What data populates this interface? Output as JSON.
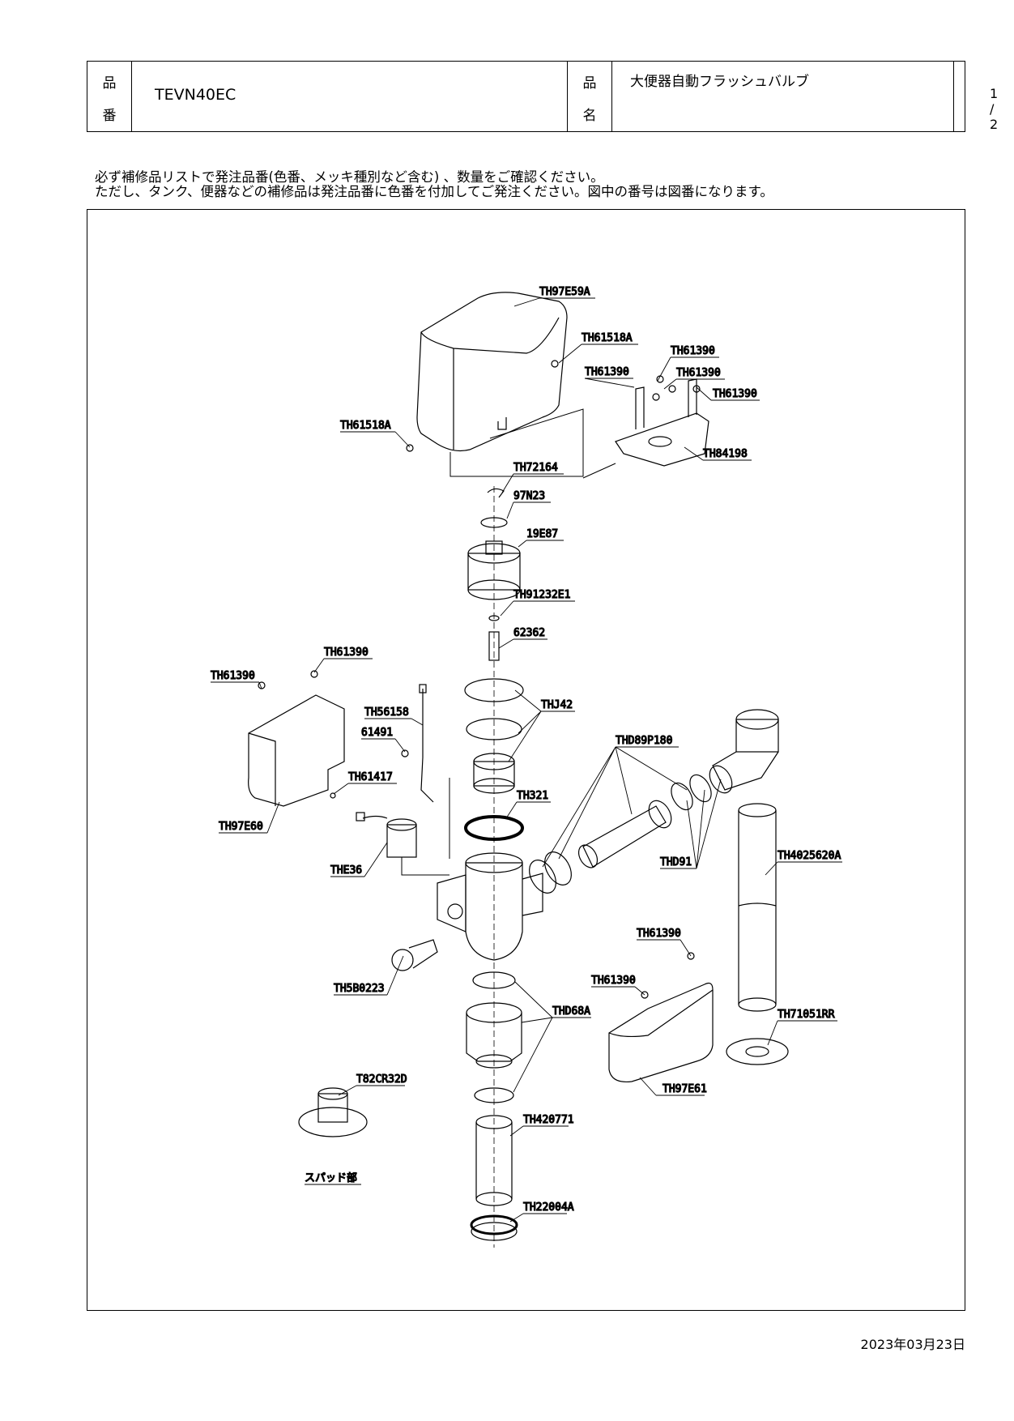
{
  "header": {
    "product_no_label_1": "品",
    "product_no_label_2": "番",
    "product_no": "TEVN40EC",
    "product_name_label_1": "品",
    "product_name_label_2": "名",
    "product_name": "大便器自動フラッシュバルブ",
    "page": "1 / 2"
  },
  "notes": {
    "line1": "必ず補修品リストで発注品番(色番、メッキ種別など含む) 、数量をご確認ください。",
    "line2": "ただし、タンク、便器などの補修品は発注品番に色番を付加してご発注ください。図中の番号は図番になります。"
  },
  "parts": {
    "p_th97e59a": "TH97E59A",
    "p_th61518a_top": "TH61518A",
    "p_th61390_a": "TH61390",
    "p_th61390_b": "TH61390",
    "p_th61390_c": "TH61390",
    "p_th61390_d": "TH61390",
    "p_th61518a_left": "TH61518A",
    "p_th84198": "TH84198",
    "p_th72164": "TH72164",
    "p_97n23": "97N23",
    "p_19e87": "19E87",
    "p_th91232e1": "TH91232E1",
    "p_62362": "62362",
    "p_th61390_e": "TH61390",
    "p_th61390_f": "TH61390",
    "p_th56158": "TH56158",
    "p_61491": "61491",
    "p_thj42": "THJ42",
    "p_thd89p180": "THD89P180",
    "p_th61417": "TH61417",
    "p_th97e60": "TH97E60",
    "p_th321": "TH321",
    "p_the36": "THE36",
    "p_thd91": "THD91",
    "p_th4025620a": "TH4025620A",
    "p_th61390_g": "TH61390",
    "p_th5b0223": "TH5B0223",
    "p_th61390_h": "TH61390",
    "p_thd68a": "THD68A",
    "p_th71051rr": "TH71051RR",
    "p_th97e61": "TH97E61",
    "p_t82cr32d": "T82CR32D",
    "p_th420771": "TH420771",
    "p_spud": "スパッド部",
    "p_th22004a": "TH22004A"
  },
  "date": "2023年03月23日"
}
